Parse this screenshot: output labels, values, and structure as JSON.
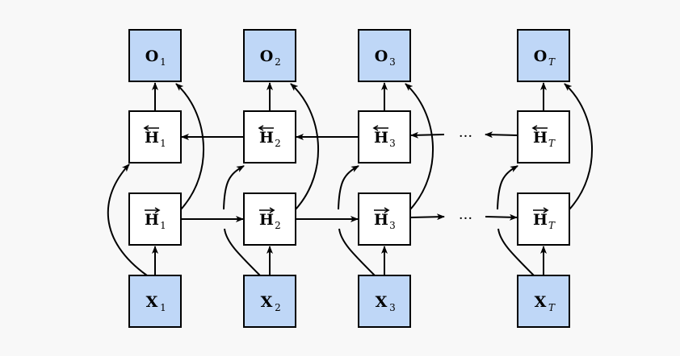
{
  "colors": {
    "background": "#f8f8f8",
    "io_fill": "#bfd7f7",
    "hidden_fill": "#ffffff",
    "stroke": "#000000"
  },
  "columns": [
    {
      "id": "1",
      "output": {
        "base": "O",
        "sub": "1"
      },
      "backward": {
        "base": "H",
        "sub": "1",
        "arrow": "←"
      },
      "forward": {
        "base": "H",
        "sub": "1",
        "arrow": "→"
      },
      "input": {
        "base": "X",
        "sub": "1"
      }
    },
    {
      "id": "2",
      "output": {
        "base": "O",
        "sub": "2"
      },
      "backward": {
        "base": "H",
        "sub": "2",
        "arrow": "←"
      },
      "forward": {
        "base": "H",
        "sub": "2",
        "arrow": "→"
      },
      "input": {
        "base": "X",
        "sub": "2"
      }
    },
    {
      "id": "3",
      "output": {
        "base": "O",
        "sub": "3"
      },
      "backward": {
        "base": "H",
        "sub": "3",
        "arrow": "←"
      },
      "forward": {
        "base": "H",
        "sub": "3",
        "arrow": "→"
      },
      "input": {
        "base": "X",
        "sub": "3"
      }
    },
    {
      "id": "T",
      "output": {
        "base": "O",
        "sub": "T"
      },
      "backward": {
        "base": "H",
        "sub": "T",
        "arrow": "←"
      },
      "forward": {
        "base": "H",
        "sub": "T",
        "arrow": "→"
      },
      "input": {
        "base": "X",
        "sub": "T"
      }
    }
  ],
  "ellipsis": "···"
}
